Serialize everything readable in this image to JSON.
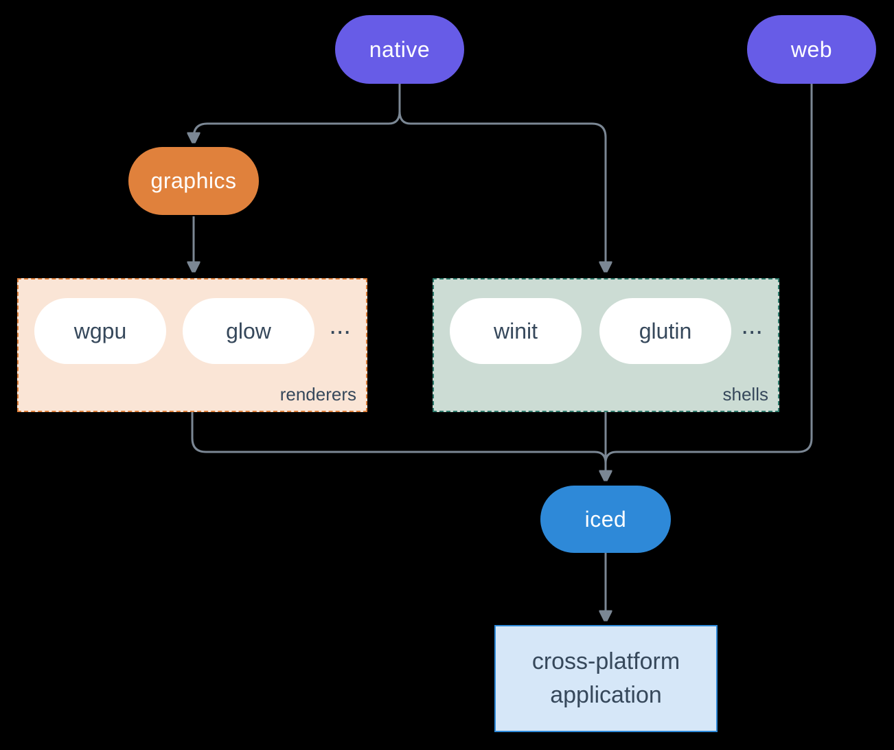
{
  "colors": {
    "background": "#000000",
    "connector": "#7b8794",
    "violet": "#675ce7",
    "orange": "#e0813c",
    "blue": "#2e89d8",
    "peach_fill": "#fae5d6",
    "sage_fill": "#ccdcd4",
    "teal_border": "#2e7b6c",
    "app_fill": "#d6e7f8",
    "dark_text": "#36485b",
    "chip_fill": "#ffffff",
    "pill_text": "#ffffff"
  },
  "nodes": {
    "native": {
      "label": "native"
    },
    "web": {
      "label": "web"
    },
    "graphics": {
      "label": "graphics"
    },
    "iced": {
      "label": "iced"
    },
    "application": {
      "label": "cross-platform application"
    }
  },
  "groups": {
    "renderers": {
      "label": "renderers",
      "items": [
        "wgpu",
        "glow"
      ],
      "ellipsis": "..."
    },
    "shells": {
      "label": "shells",
      "items": [
        "winit",
        "glutin"
      ],
      "ellipsis": "..."
    }
  }
}
